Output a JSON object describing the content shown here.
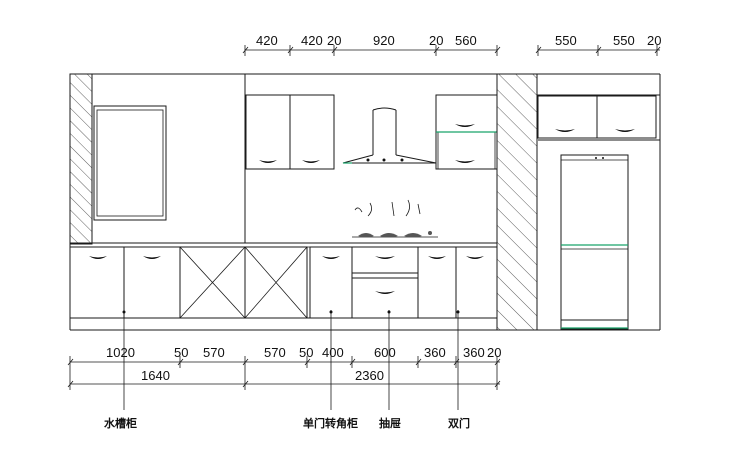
{
  "top_dimensions": {
    "upper_cabinets": [
      "420",
      "420",
      "20",
      "920",
      "20",
      "560"
    ],
    "fridge_cabinets": [
      "550",
      "550",
      "20"
    ]
  },
  "bottom_dimensions": {
    "row1": [
      "1020",
      "50",
      "570",
      "570",
      "50",
      "400",
      "600",
      "360",
      "360",
      "20"
    ],
    "row2": [
      "1640",
      "2360"
    ]
  },
  "labels": {
    "sink_cabinet": "水槽柜",
    "corner_cabinet": "单门转角柜",
    "drawer": "抽屉",
    "double_door": "双门"
  },
  "colors": {
    "line": "#1a1a1a",
    "accent": "#19a46a"
  }
}
